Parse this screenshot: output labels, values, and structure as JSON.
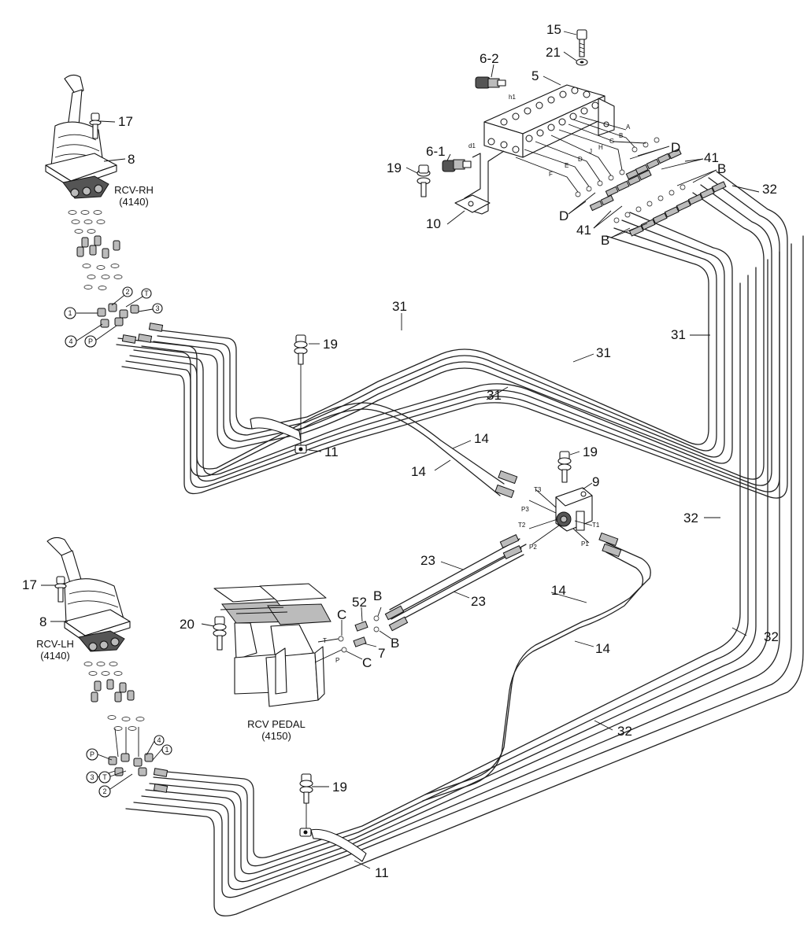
{
  "callouts": {
    "c15": "15",
    "c21": "21",
    "c6_2": "6-2",
    "c5": "5",
    "c6_1": "6-1",
    "c19a": "19",
    "c10": "10",
    "c17a": "17",
    "c8a": "8",
    "cD1": "D",
    "cD2": "D",
    "c41a": "41",
    "c41b": "41",
    "cB1": "B",
    "cB2": "B",
    "c32a": "32",
    "c31a": "31",
    "c31b": "31",
    "c31c": "31",
    "c31d": "31",
    "c19b": "19",
    "c11a": "11",
    "c14a": "14",
    "c14b": "14",
    "c19c": "19",
    "c9": "9",
    "c32b": "32",
    "c23a": "23",
    "c23b": "23",
    "c14c": "14",
    "c14d": "14",
    "c17b": "17",
    "c8b": "8",
    "c20": "20",
    "c52": "52",
    "cC1": "C",
    "cC2": "C",
    "cB3": "B",
    "cB4": "B",
    "c7": "7",
    "c32c": "32",
    "c32d": "32",
    "c19d": "19",
    "c11b": "11"
  },
  "captions": {
    "rcv_rh": "RCV-RH",
    "rcv_rh_code": "(4140)",
    "rcv_lh": "RCV-LH",
    "rcv_lh_code": "(4140)",
    "rcv_pedal": "RCV PEDAL",
    "rcv_pedal_code": "(4150)"
  },
  "port_labels": {
    "h1": "h1",
    "d1": "d1",
    "A": "A",
    "B": "B",
    "G": "G",
    "H": "H",
    "J": "J",
    "D": "D",
    "E": "E",
    "F": "F",
    "T3": "T3",
    "P3": "P3",
    "T2": "T2",
    "P2": "P2",
    "T1": "T1",
    "P1": "P1",
    "T": "T",
    "P": "P"
  },
  "markers_rh": {
    "m1": "1",
    "m2": "2",
    "mT": "T",
    "m3": "3",
    "m4": "4",
    "mP": "P"
  },
  "markers_lh": {
    "m4": "4",
    "m1": "1",
    "mP": "P",
    "m3": "3",
    "mT": "T",
    "m2": "2"
  }
}
